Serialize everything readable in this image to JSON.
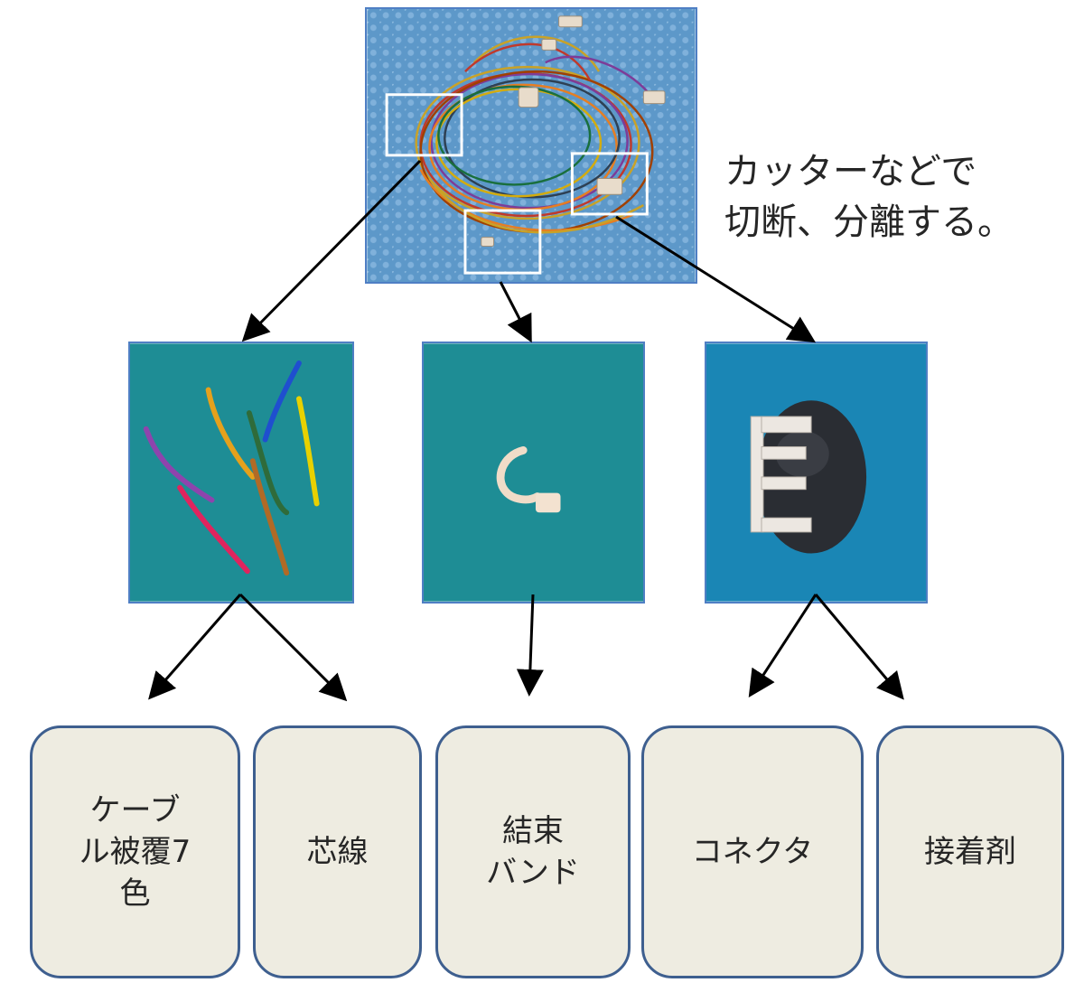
{
  "instruction": {
    "line1": "カッターなどで",
    "line2": "切断、分離する。"
  },
  "boxes": [
    {
      "lines": [
        "ケーブ",
        "ル被覆7",
        "色"
      ]
    },
    {
      "lines": [
        "芯線"
      ]
    },
    {
      "lines": [
        "結束",
        "バンド"
      ]
    },
    {
      "lines": [
        "コネクタ"
      ]
    },
    {
      "lines": [
        "接着剤"
      ]
    }
  ],
  "colors": {
    "photo_border": "#4f7fc4",
    "box_fill": "#eeece1",
    "box_border": "#3e5f8f",
    "bundle_background": "#5d98c9",
    "teal_background": "#1e8d95",
    "connector_background": "#1a86b5",
    "arrow": "#000000",
    "highlight_frame": "#ffffff"
  },
  "icons": [
    "cable-bundle-photo",
    "cable-sheaths-photo",
    "binding-band-photo",
    "connector-photo"
  ]
}
